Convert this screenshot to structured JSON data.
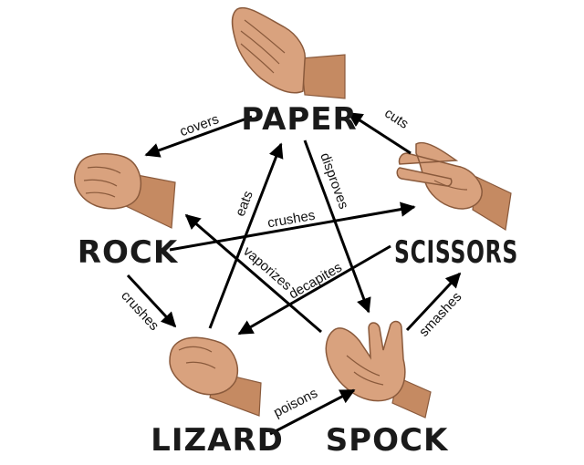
{
  "nodes": {
    "paper": "PAPER",
    "rock": "ROCK",
    "scissors": "SCISSORS",
    "lizard": "LIZARD",
    "spock": "SPOCK"
  },
  "relations": [
    {
      "from": "paper",
      "verb": "covers",
      "to": "rock"
    },
    {
      "from": "scissors",
      "verb": "cuts",
      "to": "paper"
    },
    {
      "from": "rock",
      "verb": "crushes",
      "to": "scissors"
    },
    {
      "from": "rock",
      "verb": "crushes",
      "to": "lizard"
    },
    {
      "from": "lizard",
      "verb": "eats",
      "to": "paper"
    },
    {
      "from": "paper",
      "verb": "disproves",
      "to": "spock"
    },
    {
      "from": "spock",
      "verb": "vaporizes",
      "to": "rock"
    },
    {
      "from": "scissors",
      "verb": "decapites",
      "to": "lizard"
    },
    {
      "from": "lizard",
      "verb": "poisons",
      "to": "spock"
    },
    {
      "from": "spock",
      "verb": "smashes",
      "to": "scissors"
    }
  ],
  "colors": {
    "arrow": "#000000",
    "label": "#1a1a1a",
    "skin": "#d9a27e"
  },
  "icons": {
    "paper": "flat-hand-icon",
    "rock": "fist-icon",
    "scissors": "two-finger-hand-icon",
    "lizard": "pinching-hand-icon",
    "spock": "vulcan-salute-hand-icon"
  }
}
